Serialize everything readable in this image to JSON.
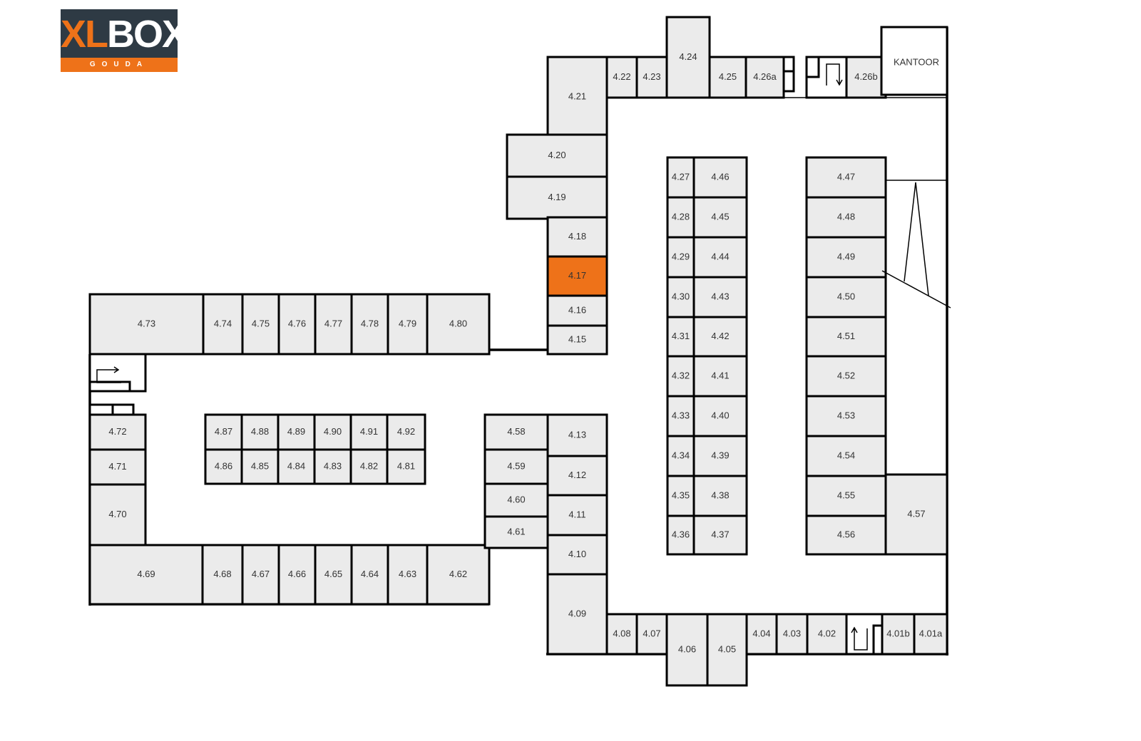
{
  "logo": {
    "brand_left": "XL",
    "brand_right": "BOX",
    "city": "GOUDA"
  },
  "colors": {
    "unit_fill": "#ebebeb",
    "selected_fill": "#ee7219",
    "wall": "#000000",
    "logo_bg": "#2e3a44"
  },
  "selected_unit": "4.17",
  "office_label": "KANTOOR",
  "units": [
    "4.21",
    "4.22",
    "4.23",
    "4.24",
    "4.25",
    "4.26a",
    "4.26b",
    "4.20",
    "4.19",
    "4.18",
    "4.17",
    "4.16",
    "4.15",
    "4.73",
    "4.74",
    "4.75",
    "4.76",
    "4.77",
    "4.78",
    "4.79",
    "4.80",
    "4.72",
    "4.71",
    "4.70",
    "4.69",
    "4.68",
    "4.67",
    "4.66",
    "4.65",
    "4.64",
    "4.63",
    "4.62",
    "4.87",
    "4.88",
    "4.89",
    "4.90",
    "4.91",
    "4.92",
    "4.86",
    "4.85",
    "4.84",
    "4.83",
    "4.82",
    "4.81",
    "4.58",
    "4.59",
    "4.60",
    "4.61",
    "4.13",
    "4.12",
    "4.11",
    "4.10",
    "4.09",
    "4.08",
    "4.07",
    "4.06",
    "4.05",
    "4.04",
    "4.03",
    "4.02",
    "4.01b",
    "4.01a",
    "4.27",
    "4.28",
    "4.29",
    "4.30",
    "4.31",
    "4.32",
    "4.33",
    "4.34",
    "4.35",
    "4.36",
    "4.46",
    "4.45",
    "4.44",
    "4.43",
    "4.42",
    "4.41",
    "4.40",
    "4.39",
    "4.38",
    "4.37",
    "4.47",
    "4.48",
    "4.49",
    "4.50",
    "4.51",
    "4.52",
    "4.53",
    "4.54",
    "4.55",
    "4.56",
    "4.57"
  ]
}
